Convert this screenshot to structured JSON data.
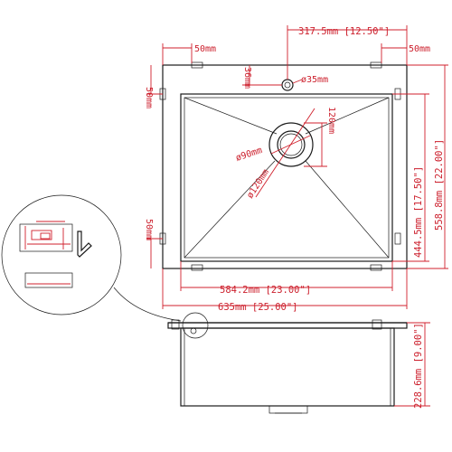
{
  "dimensions": {
    "drain_offset": "317.5mm [12.50\"]",
    "corner_top_left": "50mm",
    "corner_top_right": "50mm",
    "faucet_hole_offset": "36mm",
    "faucet_hole_dia": "ø35mm",
    "left_side_top": "50mm",
    "left_side_bottom": "50mm",
    "drain_dia": "ø90mm",
    "drain_flange_dia": "ø120mm",
    "drain_box": "120mm",
    "bowl_depth": "444.5mm [17.50\"]",
    "overall_depth": "558.8mm [22.00\"]",
    "bowl_width": "584.2mm [23.00\"]",
    "overall_width": "635mm [25.00\"]",
    "height": "228.6mm [9.00\"]"
  },
  "colors": {
    "dimension": "#cc1f2c",
    "outline": "#1a1a1a",
    "background": "#ffffff"
  }
}
